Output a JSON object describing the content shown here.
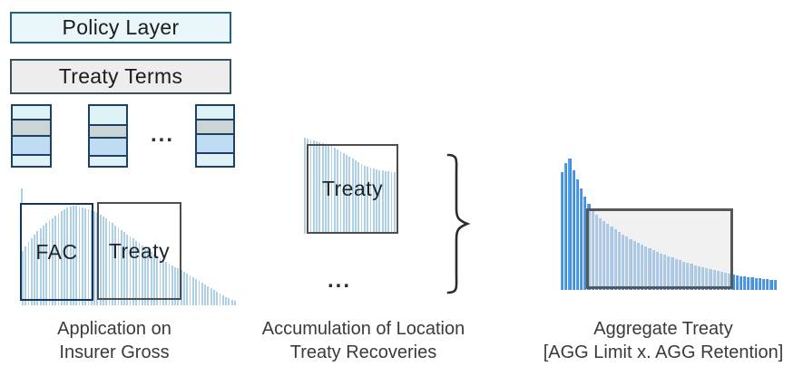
{
  "header": {
    "policy_layer": "Policy Layer",
    "treaty_terms": "Treaty Terms",
    "dots": "...",
    "stacks": [
      {
        "segments": [
          {
            "color": "cyan",
            "h": 14
          },
          {
            "color": "gray",
            "h": 17
          },
          {
            "color": "blue",
            "h": 20
          },
          {
            "color": "cyan",
            "h": 11
          }
        ]
      },
      {
        "segments": [
          {
            "color": "cyan",
            "h": 21
          },
          {
            "color": "gray",
            "h": 12
          },
          {
            "color": "blue",
            "h": 19
          },
          {
            "color": "cyan",
            "h": 10
          }
        ]
      },
      {
        "segments": [
          {
            "color": "cyan",
            "h": 14
          },
          {
            "color": "gray",
            "h": 14
          },
          {
            "color": "blue",
            "h": 19
          },
          {
            "color": "cyan",
            "h": 13
          }
        ]
      }
    ]
  },
  "left_chart": {
    "fac_label": "FAC",
    "treaty_label": "Treaty",
    "caption_line1": "Application on",
    "caption_line2": "Insurer Gross",
    "bars": [
      60,
      65,
      70,
      74,
      78,
      82,
      85,
      88,
      91,
      94,
      96,
      99,
      101,
      104,
      106,
      108,
      109,
      110,
      110,
      109,
      108,
      107,
      106,
      105,
      104,
      102,
      100,
      98,
      96,
      93,
      91,
      88,
      86,
      83,
      81,
      78,
      76,
      74,
      71,
      69,
      66,
      64,
      62,
      59,
      57,
      55,
      52,
      50,
      48,
      46,
      44,
      42,
      41,
      39,
      37,
      35,
      33,
      31,
      29,
      27,
      25,
      23,
      21,
      19,
      17,
      15,
      13,
      11,
      9,
      8,
      6,
      5
    ]
  },
  "middle_chart": {
    "treaty_label": "Treaty",
    "dots": "...",
    "caption_line1": "Accumulation of Location",
    "caption_line2": "Treaty Recoveries",
    "bars": [
      106,
      105,
      104,
      103,
      102,
      101,
      100,
      99,
      98,
      97,
      95,
      93,
      91,
      89,
      87,
      85,
      83,
      81,
      79,
      77,
      75,
      74,
      73,
      72,
      71,
      70,
      70,
      69,
      69,
      68,
      68
    ]
  },
  "right_chart": {
    "caption_line1": "Aggregate Treaty",
    "caption_line2": "[AGG Limit x. AGG Retention]",
    "bars": [
      130,
      140,
      145,
      132,
      122,
      112,
      103,
      95,
      88,
      83,
      79,
      76,
      73,
      70,
      67,
      64,
      61,
      59,
      56,
      54,
      52,
      50,
      48,
      46,
      44,
      42,
      40,
      39,
      37,
      36,
      34,
      33,
      31,
      30,
      29,
      27,
      26,
      25,
      24,
      23,
      22,
      21,
      20,
      19,
      18,
      17,
      16,
      15,
      15,
      14,
      14,
      13,
      13,
      12,
      12,
      11,
      11
    ]
  },
  "colors": {
    "light_bar": "#aed0e6",
    "vivid_bar": "#2f85de",
    "navy_border": "#1d4065",
    "gray_border": "#4d4d4d",
    "cyan_fill": "#e9f7fb",
    "gray_fill": "#ededed",
    "seg_cyan": "#def2f8",
    "seg_gray": "#ccd5d5",
    "seg_blue": "#bfdcf2"
  }
}
